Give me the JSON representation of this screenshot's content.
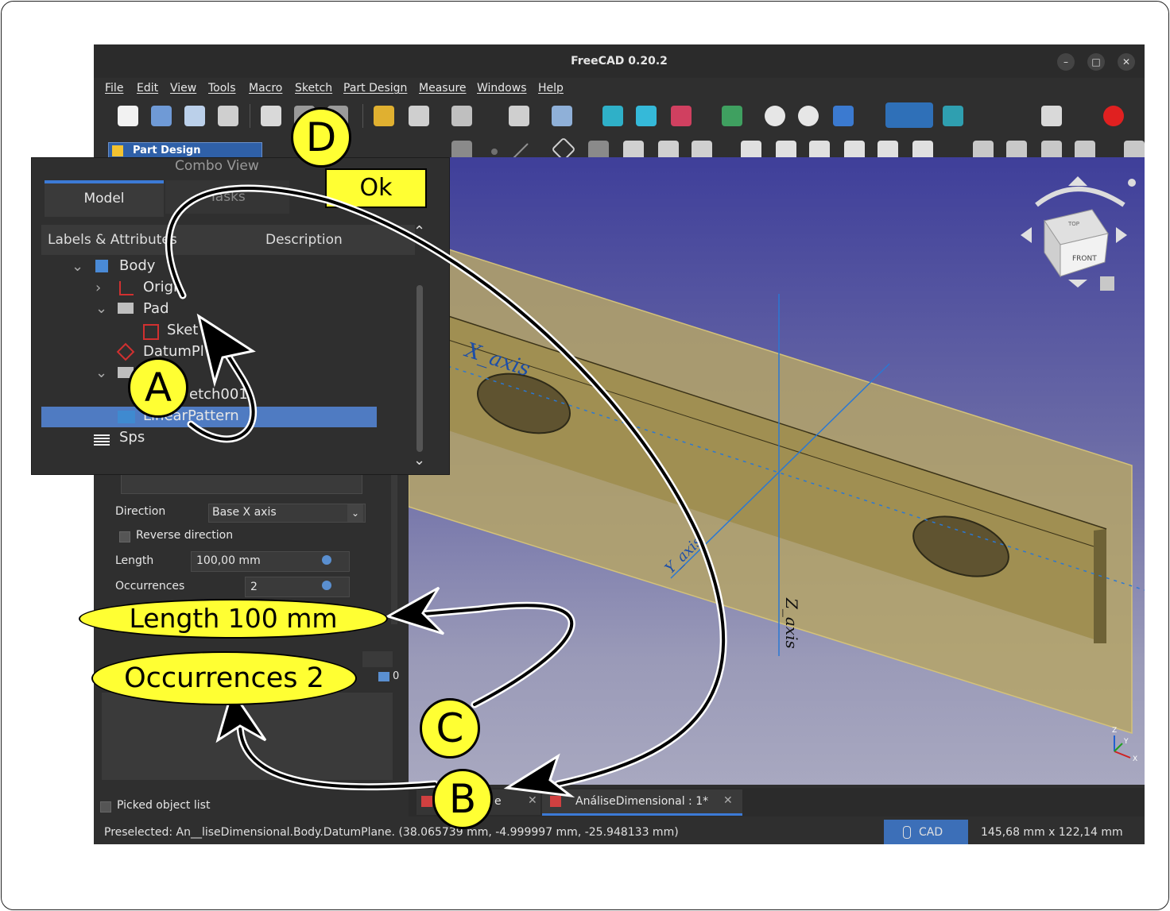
{
  "window": {
    "title": "FreeCAD 0.20.2",
    "minimize": "–",
    "maximize": "□",
    "close": "✕"
  },
  "menu": [
    "File",
    "Edit",
    "View",
    "Tools",
    "Macro",
    "Sketch",
    "Part Design",
    "Measure",
    "Windows",
    "Help"
  ],
  "workbench": {
    "label": "Part Design"
  },
  "combo_view": {
    "title": "Combo View",
    "tabs": [
      "Model",
      "Tasks"
    ],
    "columns": [
      "Labels & Attributes",
      "Description"
    ],
    "tree": [
      "Body",
      "Origi",
      "Pad",
      "Sket",
      "DatumPl",
      "etch001",
      "LinearPattern",
      "Sps"
    ]
  },
  "ok_label": "Ok",
  "task": {
    "direction_label": "Direction",
    "direction_value": "Base X axis",
    "reverse_label": "Reverse direction",
    "length_label": "Length",
    "length_value": "100,00 mm",
    "occurrences_label": "Occurrences",
    "occurrences_value": "2",
    "picked_label": "Picked object list",
    "counter_value": "0"
  },
  "viewport": {
    "axis_label_x": "X_axis",
    "axis_label_y": "Y_axis",
    "axis_label_z": "Z_axis",
    "navcube_front": "FRONT",
    "navcube_top": "TOP",
    "axis_x": "X",
    "axis_y": "Y",
    "axis_z": "Z"
  },
  "doc_tabs": [
    "e",
    "AnáliseDimensional : 1*"
  ],
  "status": {
    "preselected": "Preselected: An__liseDimensional.Body.DatumPlane. (38.065739 mm, -4.999997 mm, -25.948133 mm)",
    "nav_style": "CAD",
    "dimensions": "145,68 mm x 122,14 mm"
  },
  "callouts": {
    "A": "A",
    "B": "B",
    "C": "C",
    "D": "D",
    "length": "Length 100 mm",
    "occurrences": "Occurrences 2"
  }
}
